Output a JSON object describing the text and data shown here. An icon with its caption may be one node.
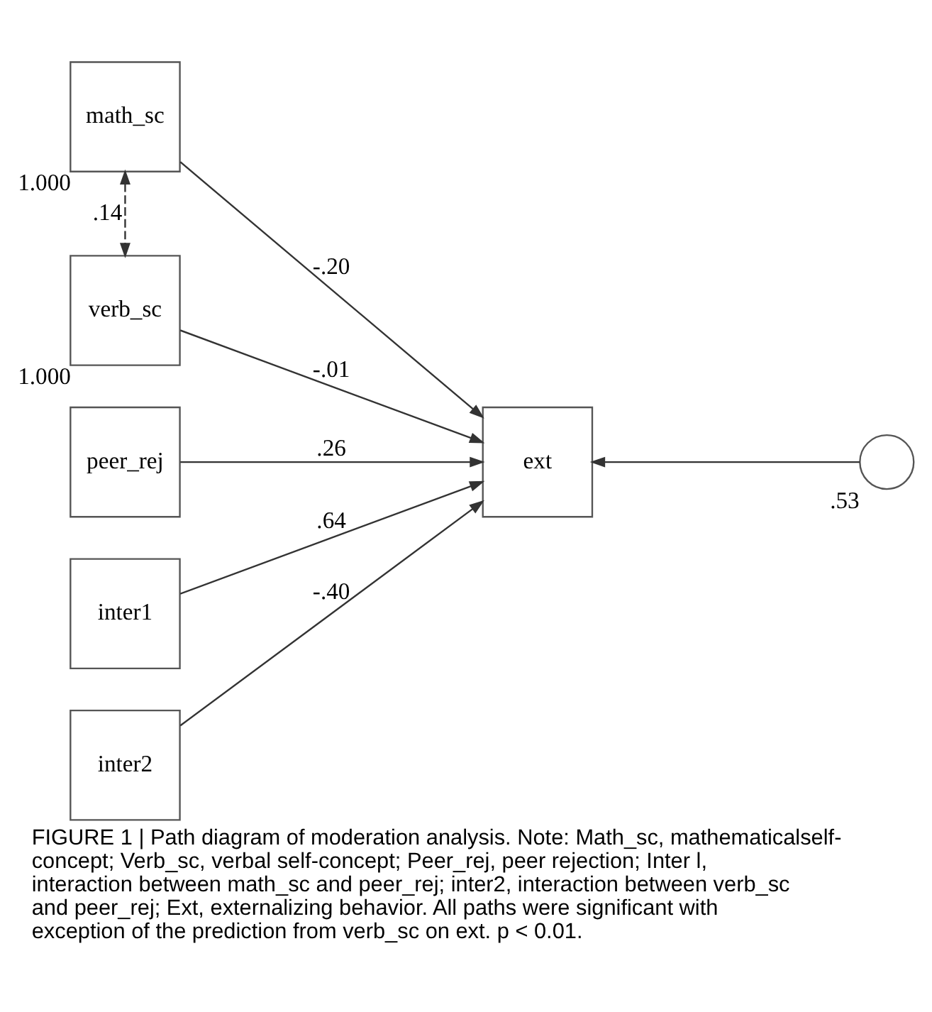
{
  "diagram": {
    "caption": "FIGURE 1 | Path diagram of moderation analysis. Note: Math_sc, mathematicalself-concept; Verb_sc, verbal self-concept; Peer_rej, peer rejection; Inter l, interaction between math_sc and peer_rej; inter2, interaction between verb_sc and peer_rej; Ext, externalizing behavior. All paths were significant with exception of the prediction from verb_sc on ext. p < 0.01.",
    "nodes": [
      {
        "text": [
          "math_sc"
        ],
        "beside": [
          "1.000"
        ]
      },
      {
        "text": [
          "verb_sc"
        ],
        "beside": [
          "1.000"
        ]
      },
      {
        "text": [
          "peer_rej"
        ]
      },
      {
        "text": [
          "inter1"
        ]
      },
      {
        "text": [
          "inter2"
        ]
      },
      {
        "text": [
          "ext"
        ]
      },
      {
        "text": [],
        "shape": "circle",
        "beside": [
          ".53"
        ]
      }
    ],
    "edges": [
      {
        "from": 0,
        "to": 1,
        "arrow": "both",
        "label": ".14",
        "style": "dashed"
      },
      {
        "from": 0,
        "to": 5,
        "arrow": "to",
        "label": "-.20"
      },
      {
        "from": 1,
        "to": 5,
        "arrow": "to",
        "label": "-.01"
      },
      {
        "from": 2,
        "to": 5,
        "arrow": "to",
        "label": ".26"
      },
      {
        "from": 3,
        "to": 5,
        "arrow": "to",
        "label": ".64"
      },
      {
        "from": 4,
        "to": 5,
        "arrow": "to",
        "label": "-.40"
      },
      {
        "from": 6,
        "to": 5,
        "arrow": "to"
      }
    ]
  }
}
